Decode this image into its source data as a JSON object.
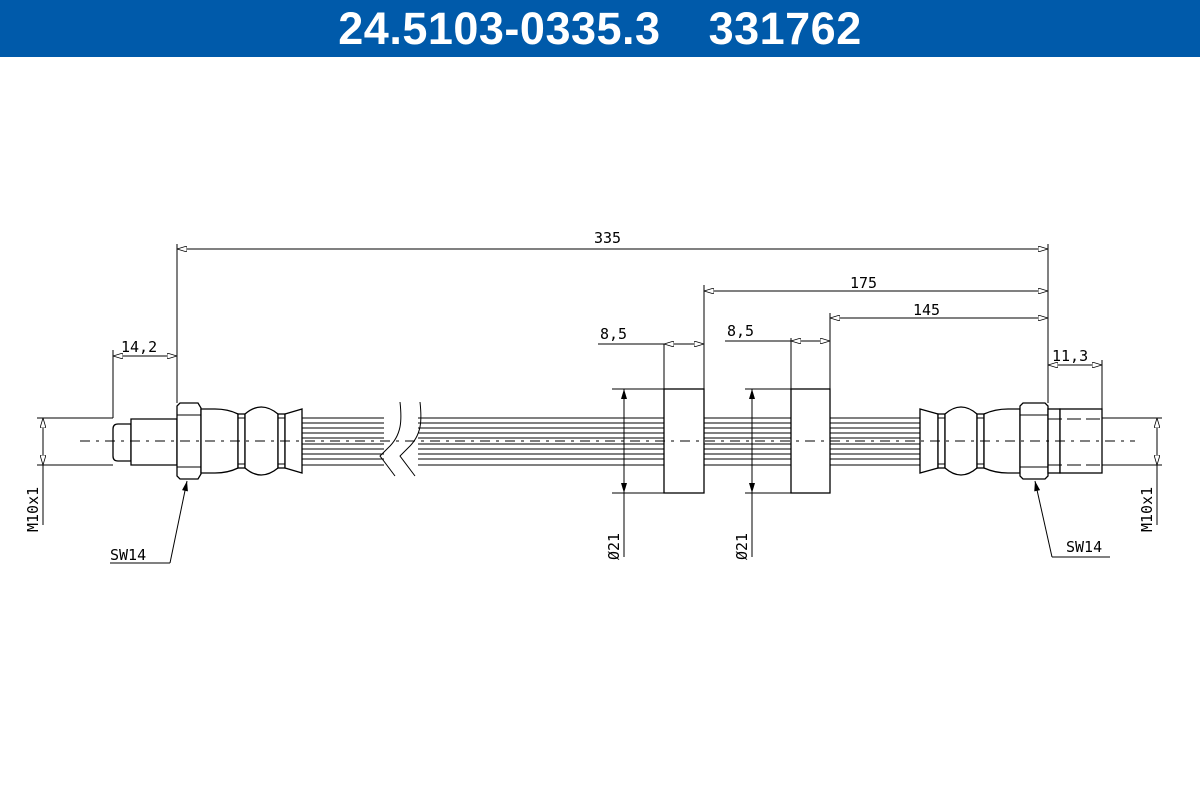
{
  "header": {
    "part_number": "24.5103-0335.3",
    "code": "331762",
    "background": "#005aaa"
  },
  "drawing": {
    "overall_length": "335",
    "dim_175": "175",
    "dim_145": "145",
    "clamp_width_left": "8,5",
    "clamp_width_right": "8,5",
    "clamp_diameter_left": "Ø21",
    "clamp_diameter_right": "Ø21",
    "left_thread_length": "14,2",
    "right_thread_length": "11,3",
    "left_thread": "M10x1",
    "right_thread": "M10x1",
    "left_wrench_size": "SW14",
    "right_wrench_size": "SW14"
  }
}
